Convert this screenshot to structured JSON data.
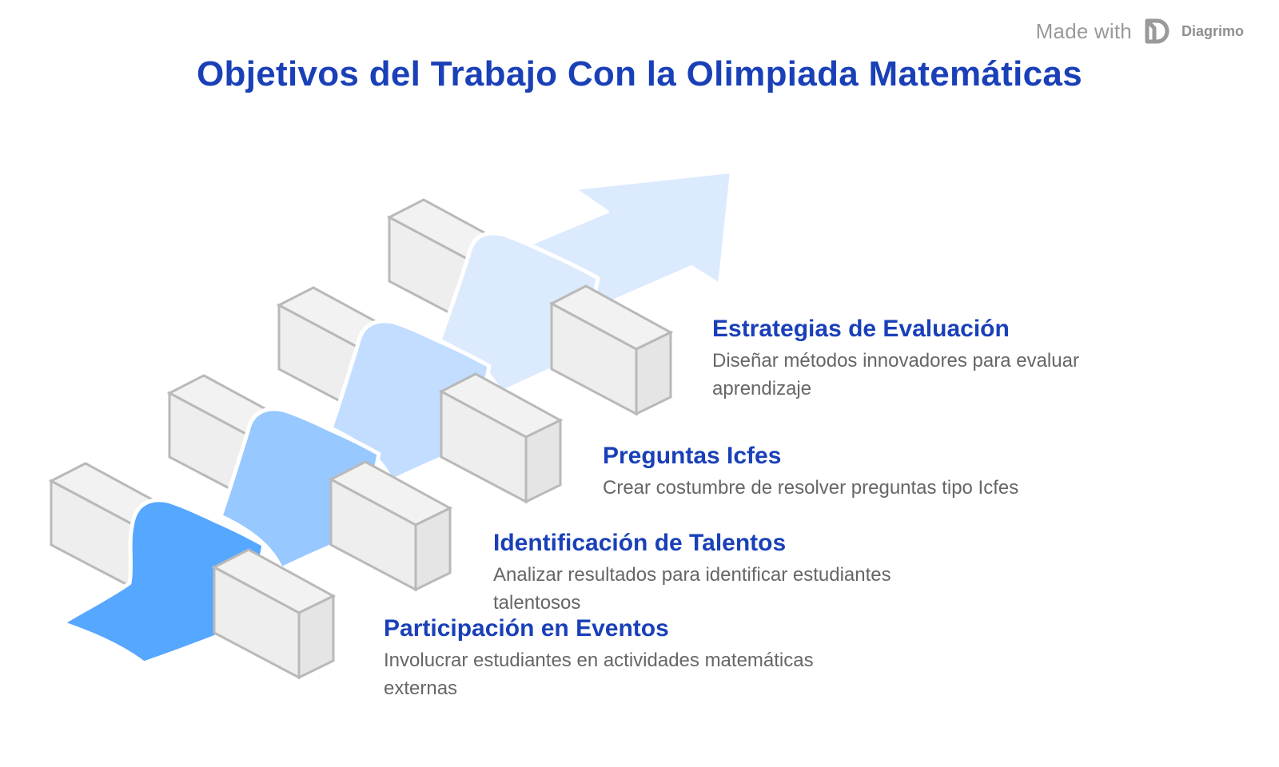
{
  "watermark": {
    "prefix": "Made with",
    "brand": "Diagrimo",
    "logo_icon": "diagrimo-logo-icon"
  },
  "title": "Objetivos del Trabajo Con la Olimpiada Matemáticas",
  "colors": {
    "title": "#1a40b8",
    "step_1": "#56a7ff",
    "step_2": "#97c8ff",
    "step_3": "#c2ddff",
    "step_4": "#dceafe",
    "arrow": "#dceafe",
    "block_fill": "#efefef",
    "block_stroke": "#b8b8b8"
  },
  "steps": [
    {
      "title": "Participación en Eventos",
      "description": "Involucrar estudiantes en actividades matemáticas externas"
    },
    {
      "title": "Identificación de Talentos",
      "description": "Analizar resultados para identificar estudiantes talentosos"
    },
    {
      "title": "Preguntas Icfes",
      "description": "Crear costumbre de resolver preguntas tipo Icfes"
    },
    {
      "title": "Estrategias de Evaluación",
      "description": "Diseñar métodos innovadores para evaluar aprendizaje"
    }
  ]
}
